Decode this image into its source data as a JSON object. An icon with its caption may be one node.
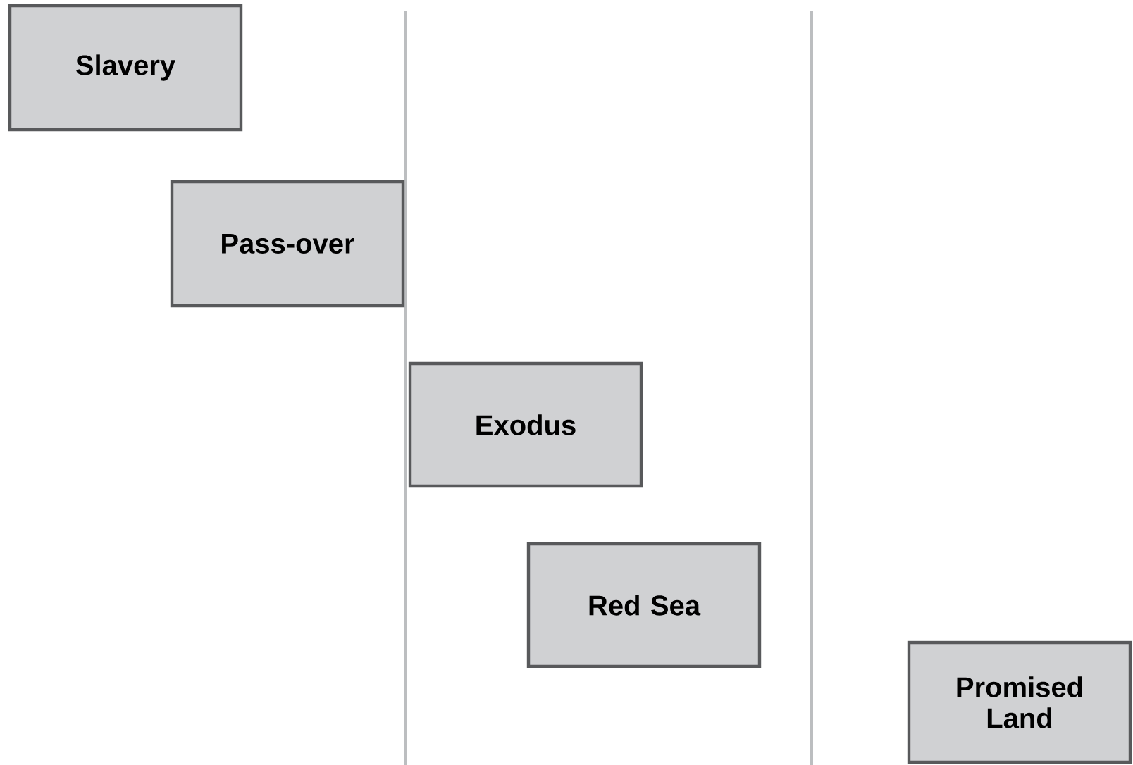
{
  "diagram": {
    "nodes": [
      {
        "text": [
          "Slavery"
        ]
      },
      {
        "text": [
          "Pass-over"
        ]
      },
      {
        "text": [
          "Exodus"
        ]
      },
      {
        "text": [
          "Red Sea"
        ]
      },
      {
        "text": [
          "Promised Land"
        ]
      }
    ]
  }
}
